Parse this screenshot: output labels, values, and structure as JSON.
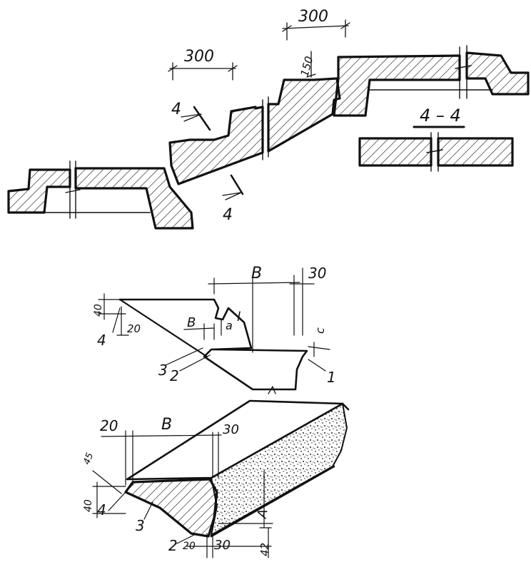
{
  "colors": {
    "ink": "#111111",
    "paper": "#ffffff",
    "hatch": "#222222"
  },
  "top_figure": {
    "dim_tread_left": "300",
    "dim_tread_right": "300",
    "dim_riser": "150",
    "section_mark_top": "4",
    "section_mark_bottom": "4",
    "section_title": "4 – 4"
  },
  "middle_figure": {
    "dim_width_B": "B",
    "dim_30": "30",
    "dim_40": "40",
    "dim_20": "20",
    "dim_small_B": "B",
    "dim_small_a": "a",
    "dim_small_l": "l",
    "dim_small_c": "c",
    "callout_1": "1",
    "callout_2": "2",
    "callout_3": "3",
    "callout_4": "4"
  },
  "bottom_figure": {
    "dim_20_top": "20",
    "dim_B": "B",
    "dim_30_top": "30",
    "dim_45": "45",
    "dim_40": "40",
    "dim_20_bottom": "20",
    "dim_30_bottom": "30",
    "dim_42": "42",
    "dim_A": "A",
    "callout_2": "2",
    "callout_3": "3",
    "callout_4": "4"
  }
}
